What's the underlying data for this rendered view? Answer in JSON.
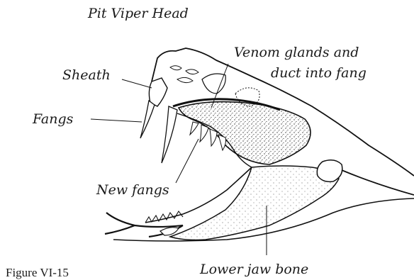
{
  "title": "Pit Viper Head",
  "labels": {
    "sheath": "Sheath",
    "fangs": "Fangs",
    "venom_line1": "Venom glands and",
    "venom_line2": "duct into fang",
    "new_fangs": "New fangs",
    "lower_jaw": "Lower jaw bone"
  },
  "caption": "Figure VI-15"
}
